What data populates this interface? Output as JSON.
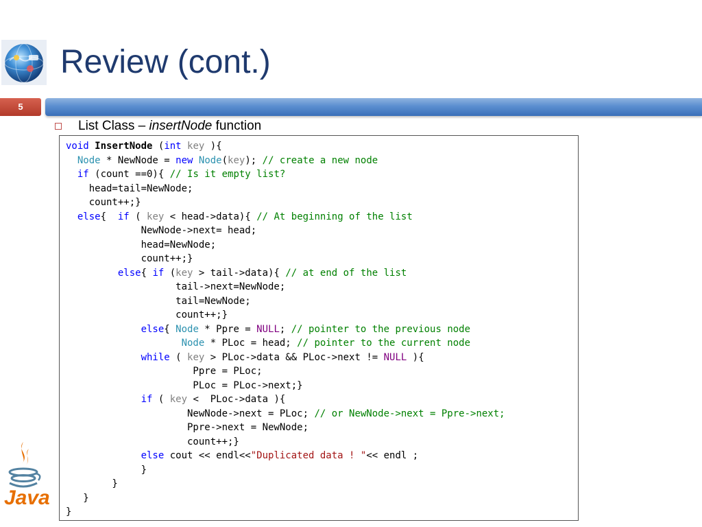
{
  "slide": {
    "title": "Review (cont.)",
    "number": "5"
  },
  "bullet": {
    "prefix": "List Class – ",
    "italic": "insertNode",
    "suffix": " function"
  },
  "logos": {
    "java_text": "Java"
  },
  "code": {
    "lines": [
      [
        {
          "t": "void",
          "c": "kw"
        },
        {
          "t": " "
        },
        {
          "t": "InsertNode",
          "c": "bd"
        },
        {
          "t": " ("
        },
        {
          "t": "int",
          "c": "kw"
        },
        {
          "t": " "
        },
        {
          "t": "key",
          "c": "gr"
        },
        {
          "t": " ){"
        }
      ],
      [
        {
          "t": "  "
        },
        {
          "t": "Node",
          "c": "tp"
        },
        {
          "t": " * NewNode = "
        },
        {
          "t": "new",
          "c": "kw"
        },
        {
          "t": " "
        },
        {
          "t": "Node",
          "c": "tp"
        },
        {
          "t": "("
        },
        {
          "t": "key",
          "c": "gr"
        },
        {
          "t": "); "
        },
        {
          "t": "// create a new node",
          "c": "cm"
        }
      ],
      [
        {
          "t": "  "
        },
        {
          "t": "if",
          "c": "kw"
        },
        {
          "t": " (count ==0){ "
        },
        {
          "t": "// Is it empty list?",
          "c": "cm"
        }
      ],
      [
        {
          "t": "    head=tail=NewNode;"
        }
      ],
      [
        {
          "t": "    count++;}"
        }
      ],
      [
        {
          "t": "  "
        },
        {
          "t": "else",
          "c": "kw"
        },
        {
          "t": "{  "
        },
        {
          "t": "if",
          "c": "kw"
        },
        {
          "t": " ( "
        },
        {
          "t": "key",
          "c": "gr"
        },
        {
          "t": " < head->data){ "
        },
        {
          "t": "// At beginning of the list",
          "c": "cm"
        }
      ],
      [
        {
          "t": "             NewNode->next= head;"
        }
      ],
      [
        {
          "t": "             head=NewNode;"
        }
      ],
      [
        {
          "t": "             count++;}"
        }
      ],
      [
        {
          "t": "         "
        },
        {
          "t": "else",
          "c": "kw"
        },
        {
          "t": "{ "
        },
        {
          "t": "if",
          "c": "kw"
        },
        {
          "t": " ("
        },
        {
          "t": "key",
          "c": "gr"
        },
        {
          "t": " > tail->data){ "
        },
        {
          "t": "// at end of the list",
          "c": "cm"
        }
      ],
      [
        {
          "t": "                   tail->next=NewNode;"
        }
      ],
      [
        {
          "t": "                   tail=NewNode;"
        }
      ],
      [
        {
          "t": "                   count++;}"
        }
      ],
      [
        {
          "t": "             "
        },
        {
          "t": "else",
          "c": "kw"
        },
        {
          "t": "{ "
        },
        {
          "t": "Node",
          "c": "tp"
        },
        {
          "t": " * Ppre = "
        },
        {
          "t": "NULL",
          "c": "nl"
        },
        {
          "t": "; "
        },
        {
          "t": "// pointer to the previous node",
          "c": "cm"
        }
      ],
      [
        {
          "t": "                    "
        },
        {
          "t": "Node",
          "c": "tp"
        },
        {
          "t": " * PLoc = head; "
        },
        {
          "t": "// pointer to the current node",
          "c": "cm"
        }
      ],
      [
        {
          "t": "             "
        },
        {
          "t": "while",
          "c": "kw"
        },
        {
          "t": " ( "
        },
        {
          "t": "key",
          "c": "gr"
        },
        {
          "t": " > PLoc->data && PLoc->next != "
        },
        {
          "t": "NULL",
          "c": "nl"
        },
        {
          "t": " ){"
        }
      ],
      [
        {
          "t": "                      Ppre = PLoc;"
        }
      ],
      [
        {
          "t": "                      PLoc = PLoc->next;}"
        }
      ],
      [
        {
          "t": "             "
        },
        {
          "t": "if",
          "c": "kw"
        },
        {
          "t": " ( "
        },
        {
          "t": "key",
          "c": "gr"
        },
        {
          "t": " <  PLoc->data ){"
        }
      ],
      [
        {
          "t": "                     NewNode->next = PLoc; "
        },
        {
          "t": "// or NewNode->next = Ppre->next;",
          "c": "cm"
        }
      ],
      [
        {
          "t": "                     Ppre->next = NewNode;"
        }
      ],
      [
        {
          "t": "                     count++;}"
        }
      ],
      [
        {
          "t": "             "
        },
        {
          "t": "else",
          "c": "kw"
        },
        {
          "t": " cout << endl<<"
        },
        {
          "t": "\"Duplicated data ! \"",
          "c": "st"
        },
        {
          "t": "<< endl ;"
        }
      ],
      [
        {
          "t": "             }"
        }
      ],
      [
        {
          "t": "        }"
        }
      ],
      [
        {
          "t": "   }"
        }
      ],
      [
        {
          "t": "}"
        }
      ]
    ]
  }
}
